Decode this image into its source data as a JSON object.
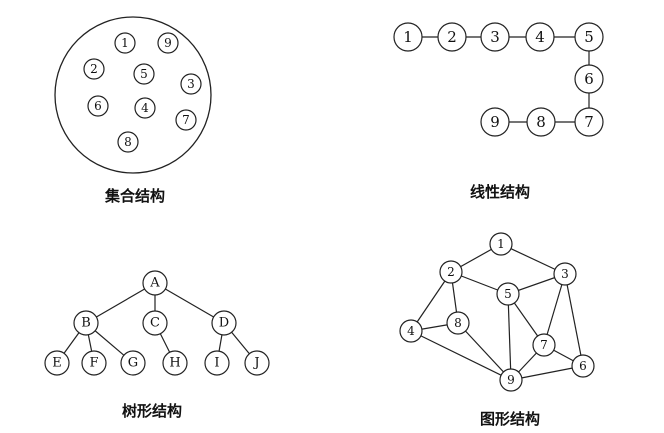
{
  "set_structure": {
    "caption": "集合结构",
    "nodes": [
      "1",
      "9",
      "2",
      "5",
      "3",
      "6",
      "4",
      "7",
      "8"
    ]
  },
  "linear_structure": {
    "caption": "线性结构",
    "nodes": [
      "1",
      "2",
      "3",
      "4",
      "5",
      "6",
      "7",
      "8",
      "9"
    ],
    "edges": [
      [
        "1",
        "2"
      ],
      [
        "2",
        "3"
      ],
      [
        "3",
        "4"
      ],
      [
        "4",
        "5"
      ],
      [
        "5",
        "6"
      ],
      [
        "6",
        "7"
      ],
      [
        "7",
        "8"
      ],
      [
        "8",
        "9"
      ]
    ]
  },
  "tree_structure": {
    "caption": "树形结构",
    "nodes": [
      "A",
      "B",
      "C",
      "D",
      "E",
      "F",
      "G",
      "H",
      "I",
      "J"
    ],
    "edges": [
      [
        "A",
        "B"
      ],
      [
        "A",
        "C"
      ],
      [
        "A",
        "D"
      ],
      [
        "B",
        "E"
      ],
      [
        "B",
        "F"
      ],
      [
        "B",
        "G"
      ],
      [
        "C",
        "H"
      ],
      [
        "D",
        "I"
      ],
      [
        "D",
        "J"
      ]
    ]
  },
  "graph_structure": {
    "caption": "图形结构",
    "nodes": [
      "1",
      "2",
      "3",
      "4",
      "5",
      "6",
      "7",
      "8",
      "9"
    ],
    "edges": [
      [
        "1",
        "2"
      ],
      [
        "1",
        "3"
      ],
      [
        "2",
        "5"
      ],
      [
        "5",
        "3"
      ],
      [
        "2",
        "4"
      ],
      [
        "2",
        "8"
      ],
      [
        "3",
        "6"
      ],
      [
        "4",
        "8"
      ],
      [
        "4",
        "9"
      ],
      [
        "8",
        "9"
      ],
      [
        "5",
        "7"
      ],
      [
        "5",
        "9"
      ],
      [
        "3",
        "7"
      ],
      [
        "7",
        "6"
      ],
      [
        "7",
        "9"
      ],
      [
        "6",
        "9"
      ]
    ]
  }
}
